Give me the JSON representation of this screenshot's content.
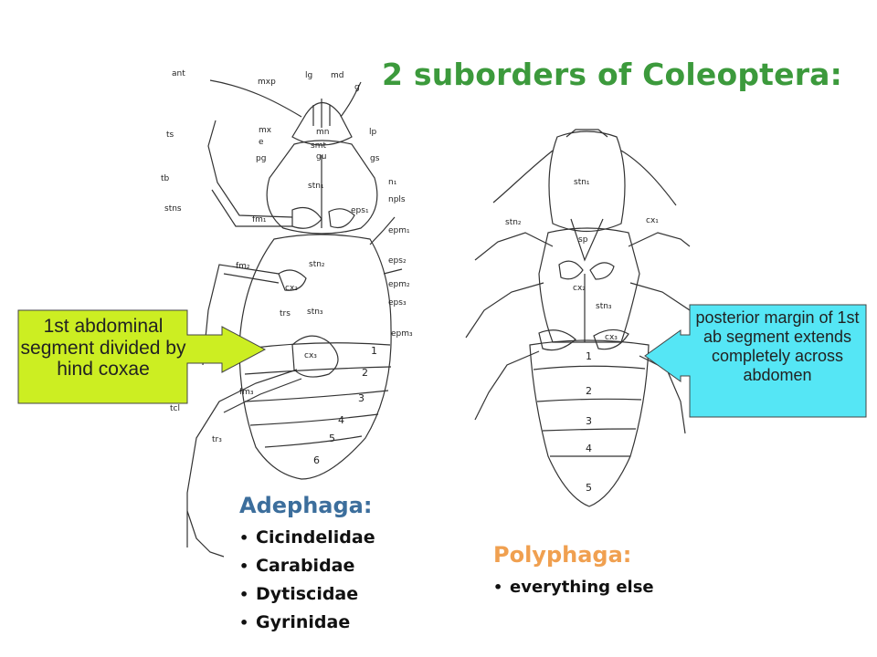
{
  "title": "2 suborders of Coleoptera:",
  "left_callout": {
    "text": "1st abdominal segment divided by hind coxae",
    "color": "#ccee22"
  },
  "right_callout": {
    "text": "posterior margin of 1st ab segment extends completely across abdomen",
    "color": "#55e6f5"
  },
  "adephaga": {
    "title": "Adephaga:",
    "title_color": "#3c6e9c",
    "families": [
      "Cicindelidae",
      "Carabidae",
      "Dytiscidae",
      "Gyrinidae"
    ]
  },
  "polyphaga": {
    "title": "Polyphaga:",
    "title_color": "#f0a050",
    "items": [
      "everything else"
    ]
  },
  "adephaga_figure": {
    "labels": [
      "ant",
      "mxp",
      "lg",
      "md",
      "g",
      "ts",
      "mx",
      "mn",
      "lp",
      "e",
      "smt",
      "gu",
      "gs",
      "pg",
      "tb",
      "n1",
      "stn1",
      "npls",
      "stns",
      "eps1",
      "fm1",
      "epm1",
      "fm2",
      "eps2",
      "stn2",
      "epm2",
      "cx2",
      "eps3",
      "trs",
      "stn3",
      "epm3",
      "cx3",
      "tcl",
      "fm3",
      "tr3"
    ],
    "segments": [
      "1",
      "2",
      "3",
      "4",
      "5",
      "6"
    ]
  },
  "polyphaga_figure": {
    "labels": [
      "stn1",
      "stn2",
      "sp",
      "cx1",
      "cx2",
      "stn3",
      "cx3"
    ],
    "segments": [
      "1",
      "2",
      "3",
      "4",
      "5"
    ]
  }
}
